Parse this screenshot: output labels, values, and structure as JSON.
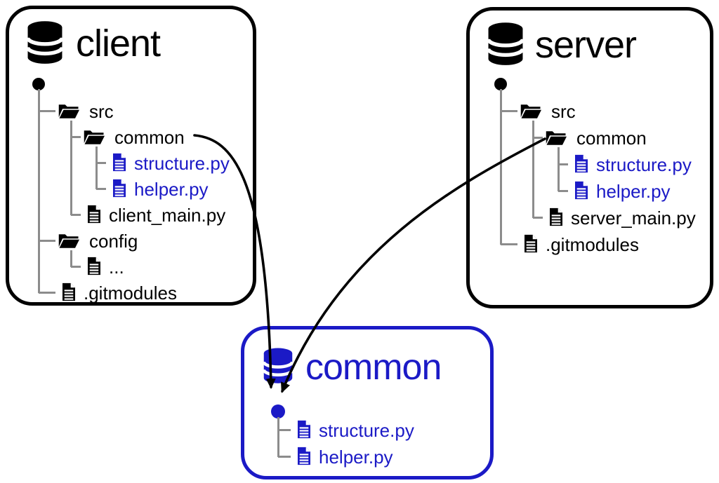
{
  "diagram": {
    "colors": {
      "accent": "#1b1ac6",
      "ink": "#000000",
      "connector": "#8c8c8c"
    },
    "repos": [
      {
        "id": "client",
        "title": "client",
        "accent": false,
        "tree": [
          {
            "type": "folder",
            "label": "src",
            "children": [
              {
                "type": "folder",
                "label": "common",
                "children": [
                  {
                    "type": "file",
                    "label": "structure.py",
                    "accent": true
                  },
                  {
                    "type": "file",
                    "label": "helper.py",
                    "accent": true
                  }
                ]
              },
              {
                "type": "file",
                "label": "client_main.py"
              }
            ]
          },
          {
            "type": "folder",
            "label": "config",
            "children": [
              {
                "type": "file",
                "label": "..."
              }
            ]
          },
          {
            "type": "file",
            "label": ".gitmodules"
          }
        ]
      },
      {
        "id": "server",
        "title": "server",
        "accent": false,
        "tree": [
          {
            "type": "folder",
            "label": "src",
            "children": [
              {
                "type": "folder",
                "label": "common",
                "children": [
                  {
                    "type": "file",
                    "label": "structure.py",
                    "accent": true
                  },
                  {
                    "type": "file",
                    "label": "helper.py",
                    "accent": true
                  }
                ]
              },
              {
                "type": "file",
                "label": "server_main.py"
              }
            ]
          },
          {
            "type": "file",
            "label": ".gitmodules"
          }
        ]
      },
      {
        "id": "common",
        "title": "common",
        "accent": true,
        "tree": [
          {
            "type": "file",
            "label": "structure.py",
            "accent": true
          },
          {
            "type": "file",
            "label": "helper.py",
            "accent": true
          }
        ]
      }
    ],
    "arrows": [
      {
        "name": "arrow-client-common-submodule",
        "from": "client/src/common",
        "to": "common"
      },
      {
        "name": "arrow-server-common-submodule",
        "from": "server/src/common",
        "to": "common"
      }
    ]
  }
}
